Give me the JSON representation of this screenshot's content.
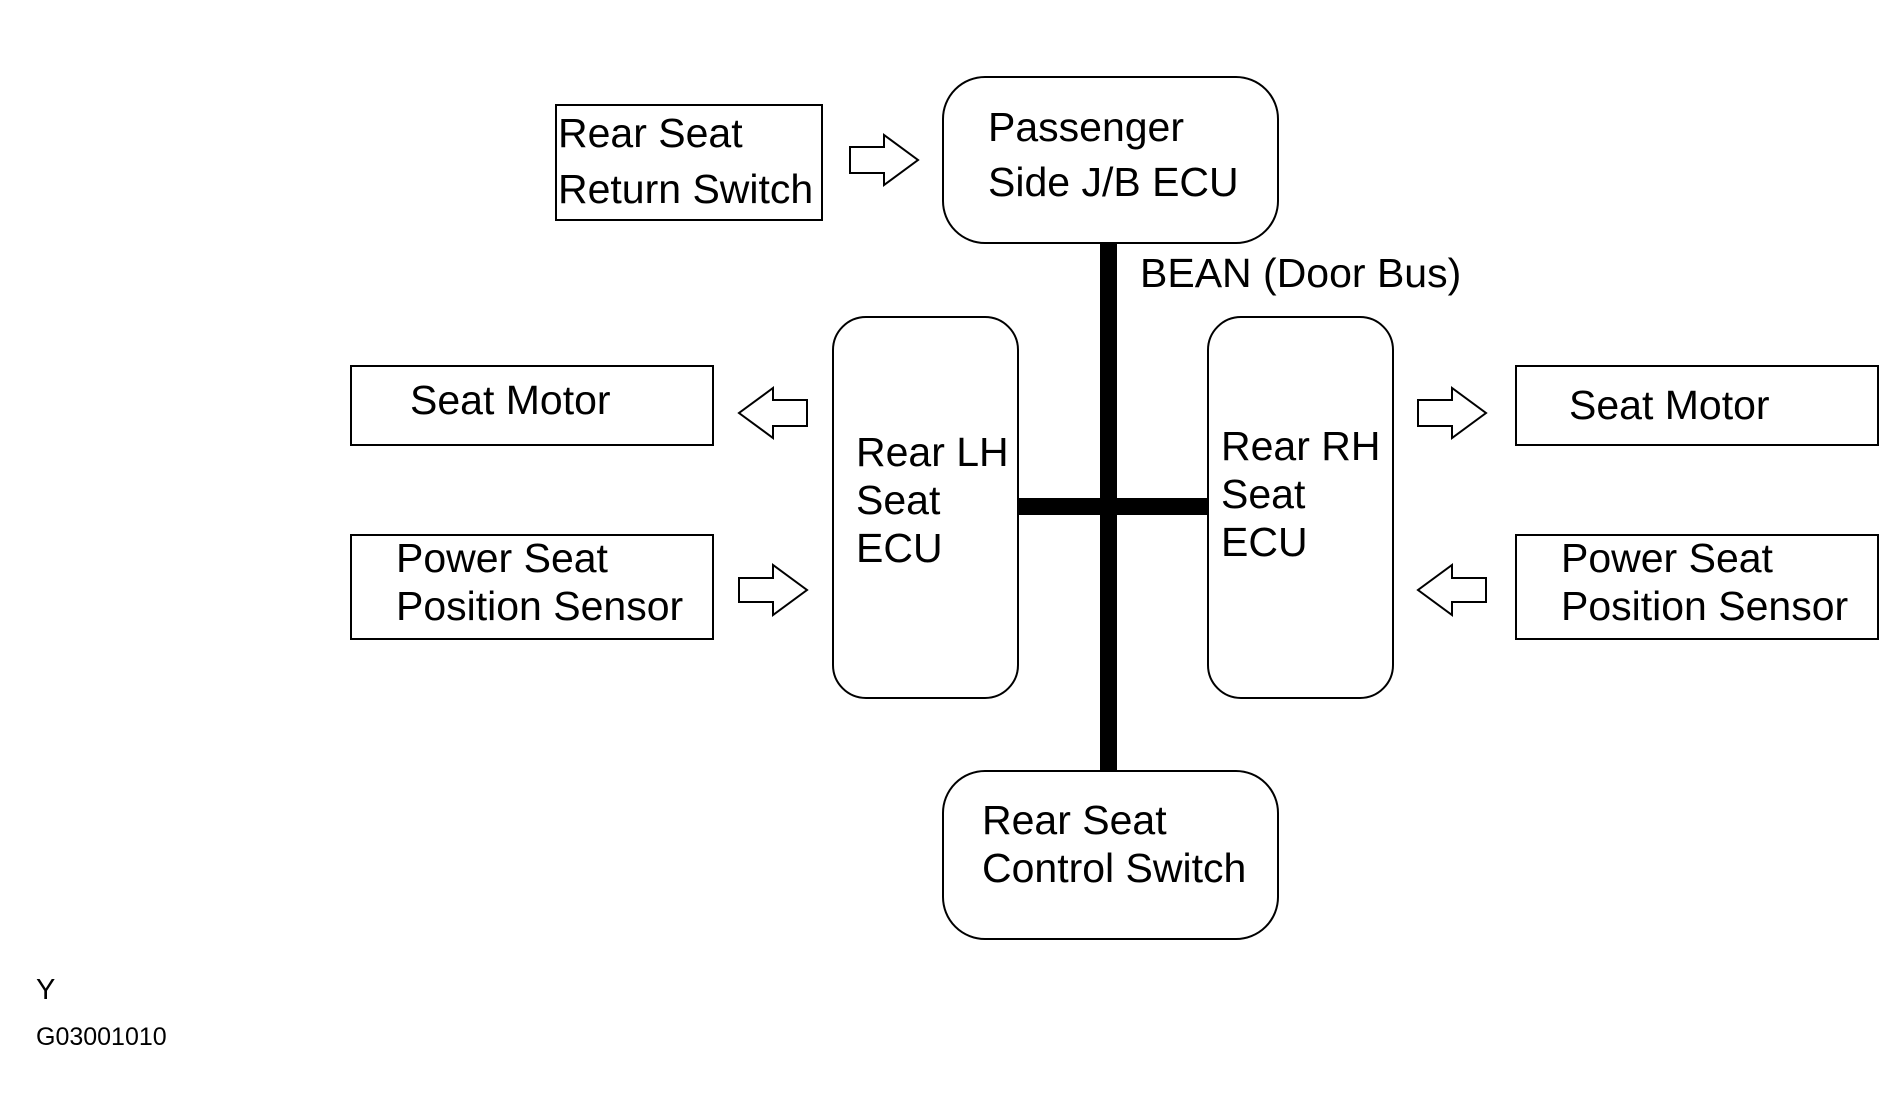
{
  "bus": {
    "label": "BEAN (Door Bus)"
  },
  "nodes": {
    "rear_seat_return_switch": {
      "line1": "Rear Seat",
      "line2": "Return Switch"
    },
    "passenger_jb_ecu": {
      "line1": "Passenger",
      "line2": "Side J/B ECU"
    },
    "left_seat_motor": {
      "line1": "Seat Motor"
    },
    "left_position_sensor": {
      "line1": "Power Seat",
      "line2": "Position Sensor"
    },
    "rear_lh_seat_ecu": {
      "line1": "Rear LH",
      "line2": "Seat",
      "line3": "ECU"
    },
    "rear_rh_seat_ecu": {
      "line1": "Rear RH",
      "line2": "Seat",
      "line3": "ECU"
    },
    "right_seat_motor": {
      "line1": "Seat Motor"
    },
    "right_position_sensor": {
      "line1": "Power Seat",
      "line2": "Position Sensor"
    },
    "rear_seat_control_switch": {
      "line1": "Rear Seat",
      "line2": "Control Switch"
    }
  },
  "footer": {
    "letter": "Y",
    "code": "G03001010"
  },
  "colors": {
    "line": "#000000",
    "background": "#ffffff"
  }
}
